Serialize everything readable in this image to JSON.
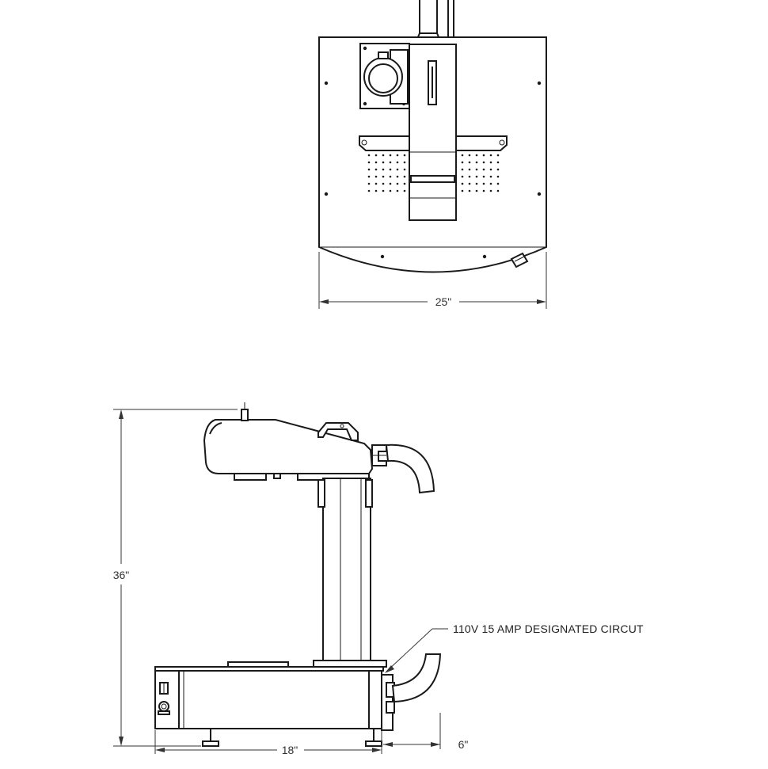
{
  "dimensions": {
    "top_width": "25\"",
    "side_height": "36\"",
    "base_depth": "18\"",
    "offset": "6\""
  },
  "callouts": {
    "power": "110V 15 AMP DESIGNATED CIRCUT"
  }
}
